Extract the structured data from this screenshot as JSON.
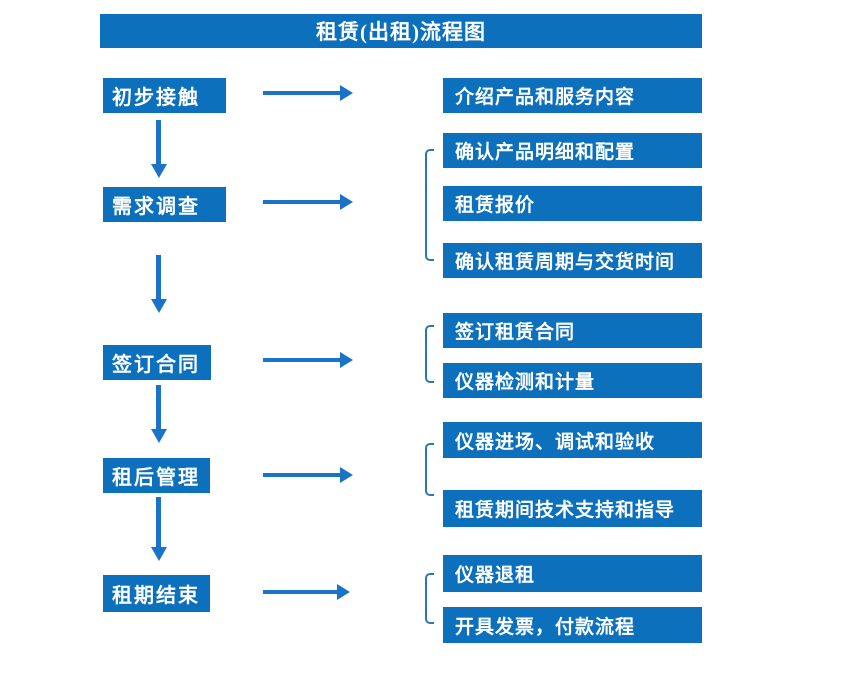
{
  "title": "租赁(出租)流程图",
  "colors": {
    "box_blue": "#0D70BC",
    "arrow_blue": "#1B73C8",
    "bracket_blue": "#2E75B6",
    "text_white": "#FFFFFF",
    "background": "#FFFFFF"
  },
  "stages": [
    {
      "label": "初步接触"
    },
    {
      "label": "需求调查"
    },
    {
      "label": "签订合同"
    },
    {
      "label": "租后管理"
    },
    {
      "label": "租期结束"
    }
  ],
  "details": [
    {
      "label": "介绍产品和服务内容"
    },
    {
      "label": "确认产品明细和配置"
    },
    {
      "label": "租赁报价"
    },
    {
      "label": "确认租赁周期与交货时间"
    },
    {
      "label": "签订租赁合同"
    },
    {
      "label": "仪器检测和计量"
    },
    {
      "label": "仪器进场、调试和验收"
    },
    {
      "label": "租赁期间技术支持和指导"
    },
    {
      "label": "仪器退租"
    },
    {
      "label": "开具发票，付款流程"
    }
  ]
}
